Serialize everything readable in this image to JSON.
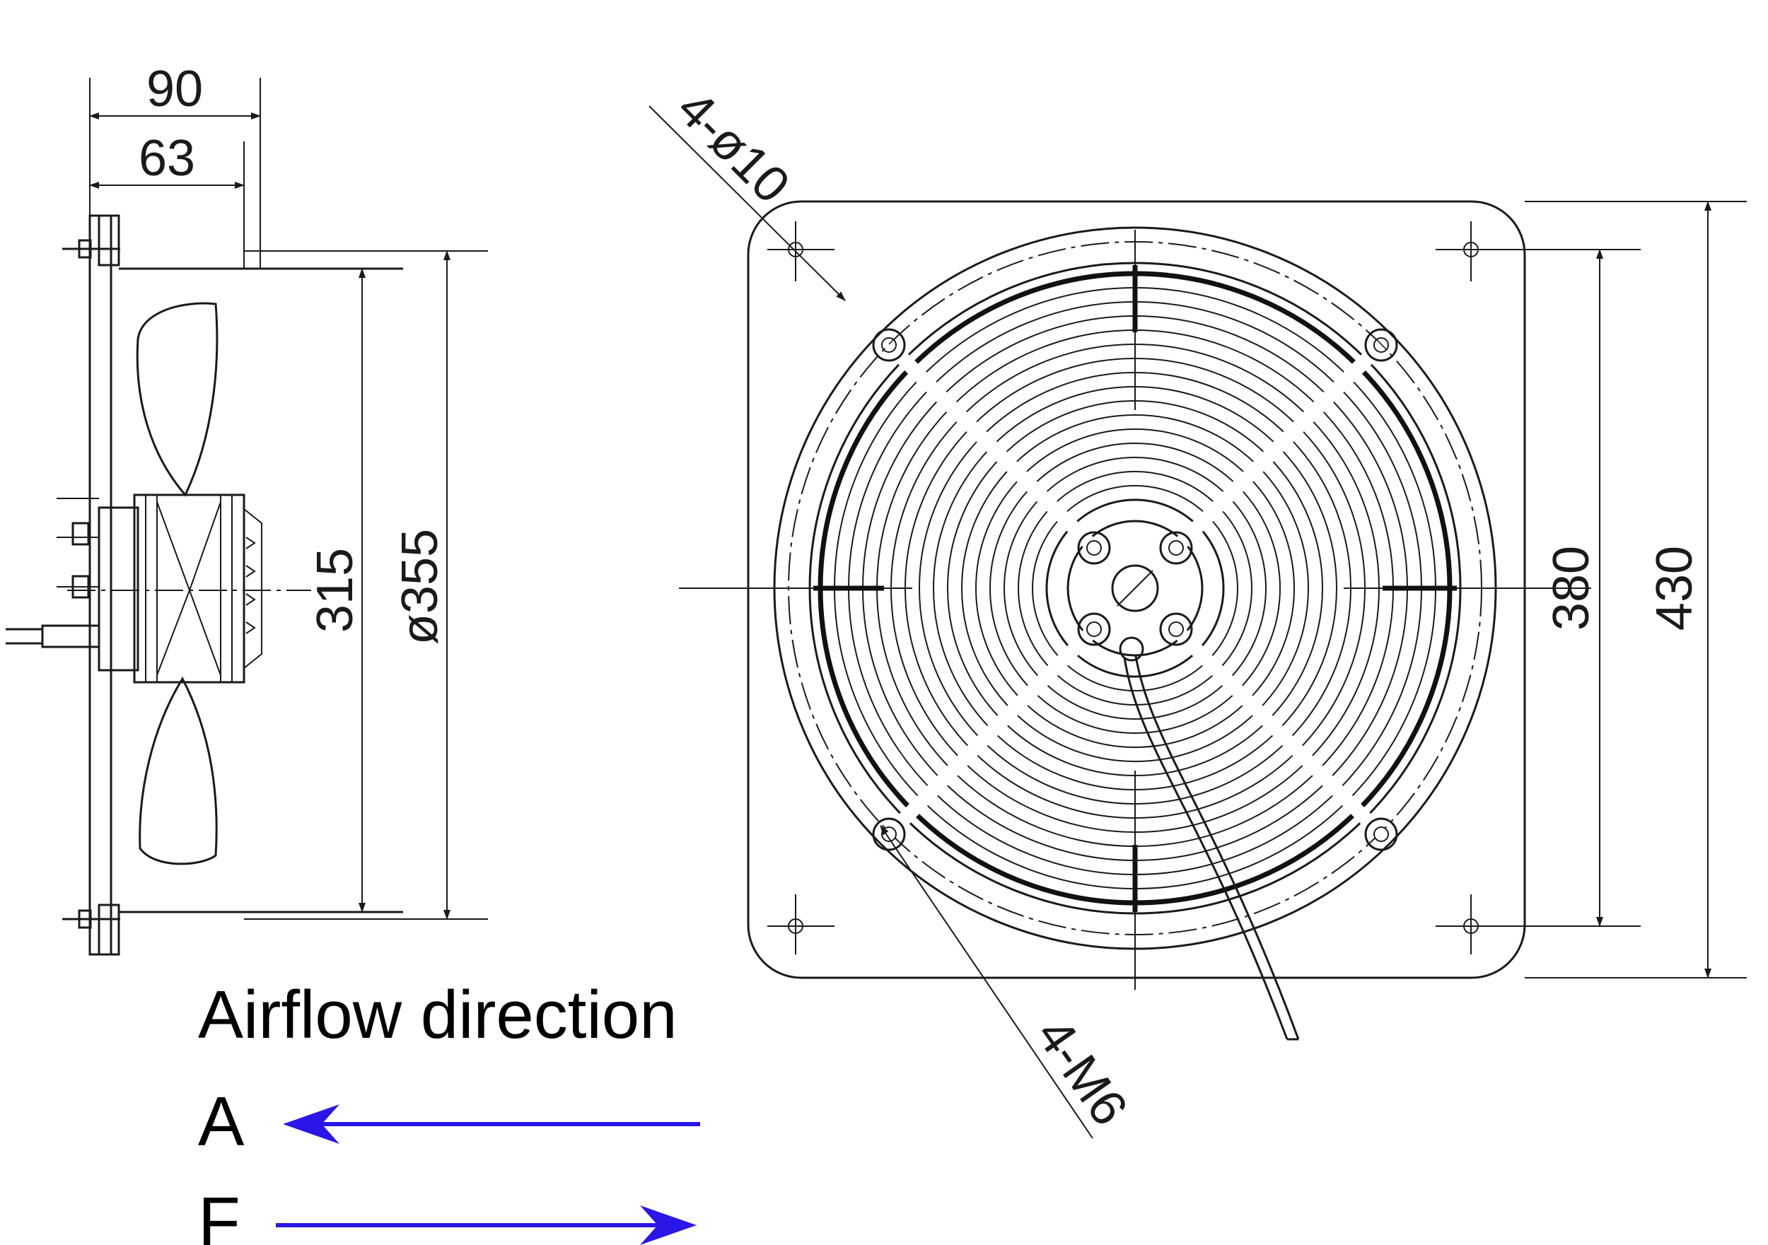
{
  "side_view": {
    "dims": {
      "overall_depth": "90",
      "flange_depth": "63",
      "inner_span": "315",
      "diameter": "ø355"
    }
  },
  "front_view": {
    "dims": {
      "holes": "4-ø10",
      "threads": "4-M6",
      "hole_spacing": "380",
      "plate_size": "430"
    },
    "grille_rings": 16
  },
  "legend": {
    "title": "Airflow direction",
    "items": [
      {
        "letter": "A",
        "direction": "left",
        "color": "#2a16e6"
      },
      {
        "letter": "F",
        "direction": "right",
        "color": "#2a16e6"
      }
    ]
  }
}
